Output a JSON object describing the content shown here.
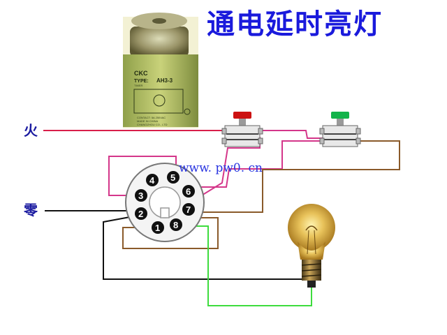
{
  "title": "通电延时亮灯",
  "labels": {
    "live": "火",
    "neutral": "零"
  },
  "watermark": "www. pw0. cn",
  "relay": {
    "brand": "CKC",
    "type_prefix": "TYPE:",
    "model": "AH3-3",
    "sub": "TIMER",
    "small_lines": [
      "CONTACT: 5A 250VAC",
      "MADE IN CHINA",
      "CHANGZHOU CO., LTD"
    ]
  },
  "socket_pins": [
    "1",
    "2",
    "3",
    "4",
    "5",
    "6",
    "7",
    "8"
  ],
  "colors": {
    "title": "#1a1adc",
    "live_wire": "#d81e4a",
    "pink_wire": "#d4368a",
    "brown_wire": "#8a5a2a",
    "black_wire": "#111111",
    "green_wire": "#3ddc3d",
    "pin": "#111111",
    "switch_red_button": "#cc1111",
    "switch_green_button": "#13b34a",
    "watermark": "#2a35e0"
  }
}
